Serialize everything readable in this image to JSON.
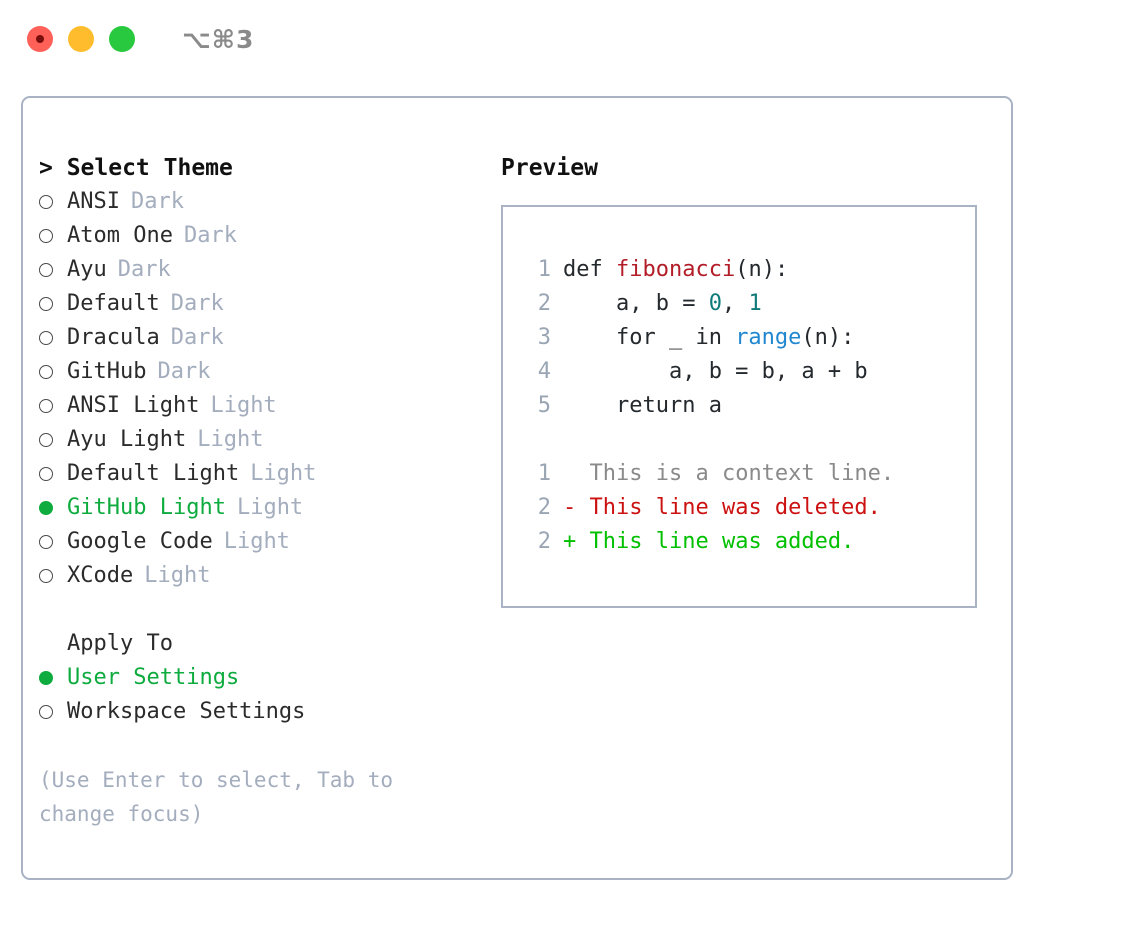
{
  "titlebar": {
    "shortcut": "⌥⌘3",
    "buttons": [
      "close",
      "minimize",
      "maximize"
    ]
  },
  "theme_selector": {
    "header": "> Select Theme",
    "items": [
      {
        "label": "ANSI",
        "variant": "Dark",
        "selected": false
      },
      {
        "label": "Atom One",
        "variant": "Dark",
        "selected": false
      },
      {
        "label": "Ayu",
        "variant": "Dark",
        "selected": false
      },
      {
        "label": "Default",
        "variant": "Dark",
        "selected": false
      },
      {
        "label": "Dracula",
        "variant": "Dark",
        "selected": false
      },
      {
        "label": "GitHub",
        "variant": "Dark",
        "selected": false
      },
      {
        "label": "ANSI Light",
        "variant": "Light",
        "selected": false
      },
      {
        "label": "Ayu Light",
        "variant": "Light",
        "selected": false
      },
      {
        "label": "Default Light",
        "variant": "Light",
        "selected": false
      },
      {
        "label": "GitHub Light",
        "variant": "Light",
        "selected": true
      },
      {
        "label": "Google Code",
        "variant": "Light",
        "selected": false
      },
      {
        "label": "XCode",
        "variant": "Light",
        "selected": false
      }
    ]
  },
  "apply_to": {
    "header": "Apply To",
    "items": [
      {
        "label": "User Settings",
        "selected": true
      },
      {
        "label": "Workspace Settings",
        "selected": false
      }
    ]
  },
  "hint": "(Use Enter to select, Tab to change focus)",
  "preview": {
    "header": "Preview",
    "code_lines": [
      {
        "no": "1",
        "segments": [
          {
            "text": "def ",
            "style": "plain"
          },
          {
            "text": "fibonacci",
            "style": "fn"
          },
          {
            "text": "(n):",
            "style": "plain"
          }
        ]
      },
      {
        "no": "2",
        "segments": [
          {
            "text": "    a, b = ",
            "style": "plain"
          },
          {
            "text": "0",
            "style": "num"
          },
          {
            "text": ", ",
            "style": "plain"
          },
          {
            "text": "1",
            "style": "num"
          }
        ]
      },
      {
        "no": "3",
        "segments": [
          {
            "text": "    for _ in ",
            "style": "plain"
          },
          {
            "text": "range",
            "style": "kw"
          },
          {
            "text": "(n):",
            "style": "plain"
          }
        ]
      },
      {
        "no": "4",
        "segments": [
          {
            "text": "        a, b = b, a + b",
            "style": "plain"
          }
        ]
      },
      {
        "no": "5",
        "segments": [
          {
            "text": "    return a",
            "style": "plain"
          }
        ]
      }
    ],
    "diff_lines": [
      {
        "no": "1",
        "marker": "  ",
        "text": "This is a context line.",
        "kind": "ctx"
      },
      {
        "no": "2",
        "marker": "- ",
        "text": "This line was deleted.",
        "kind": "del"
      },
      {
        "no": "2",
        "marker": "+ ",
        "text": "This line was added.",
        "kind": "add"
      }
    ]
  },
  "colors": {
    "accent_green": "#0eab3f",
    "border": "#a9b3c4",
    "muted": "#a3adbd",
    "diff_add": "#00c000",
    "diff_del": "#cc1111",
    "token_function": "#b31d28",
    "token_number": "#0f7a7a",
    "token_keyword": "#2188cf"
  }
}
